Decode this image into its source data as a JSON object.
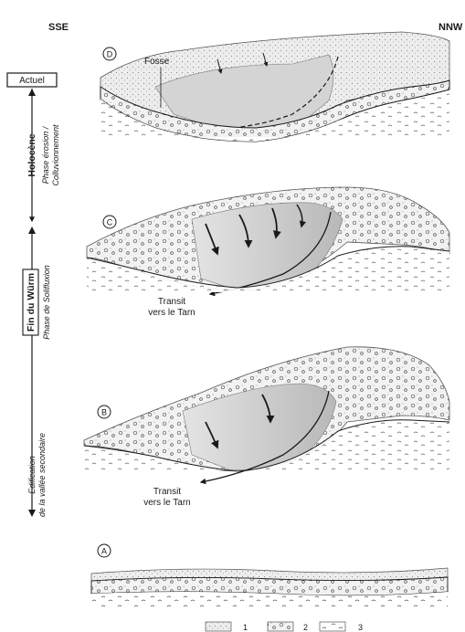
{
  "orientation": {
    "left": "SSE",
    "right": "NNW"
  },
  "timeline": {
    "present_label": "Actuel",
    "holocene": {
      "period": "Holocène",
      "phase_line1": "Phase érosion /",
      "phase_line2": "Colluvionnement"
    },
    "wurm": {
      "period": "Fin du Würm",
      "phase": "Phase de Solifluxion",
      "edification_line1": "Edification",
      "edification_line2": "de la vallée secondaire"
    }
  },
  "panels": [
    {
      "letter": "D",
      "annotation": "Fosse"
    },
    {
      "letter": "C",
      "transit_line1": "Transit",
      "transit_line2": "vers le Tarn"
    },
    {
      "letter": "B",
      "transit_line1": "Transit",
      "transit_line2": "vers le Tarn"
    },
    {
      "letter": "A"
    }
  ],
  "legend": [
    {
      "number": "1",
      "pattern": "fine-stipple"
    },
    {
      "number": "2",
      "pattern": "pebbles"
    },
    {
      "number": "3",
      "pattern": "dashes"
    }
  ],
  "colors": {
    "fill_light": "#eeeeee",
    "fill_mid": "#dcdcdc",
    "fill_dark": "#bdbdbd",
    "ink": "#1a1a1a"
  }
}
